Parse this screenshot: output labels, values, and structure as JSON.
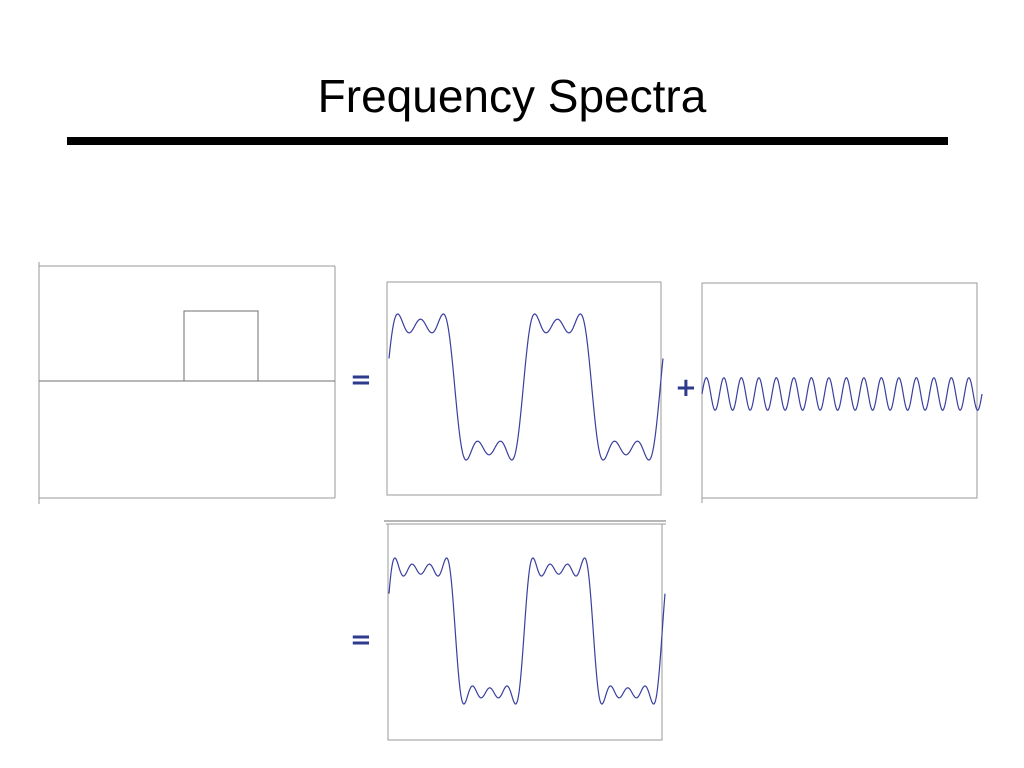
{
  "slide": {
    "title": "Frequency Spectra"
  },
  "operators": {
    "equals_top": "=",
    "plus": "+",
    "equals_bottom": "="
  },
  "colors": {
    "wave": "#3a3f9e",
    "operator": "#2e3a8c",
    "frame": "#9a9a9a",
    "title_rule": "#000000"
  },
  "signals": {
    "spectrum_box": {
      "shape": "rectangular-pulse"
    },
    "approx_wave": {
      "shape": "sine-series",
      "harmonics": [
        1,
        3,
        5
      ],
      "cycles": 2
    },
    "high_harmonic": {
      "shape": "sine",
      "cycles": 16,
      "amplitude_ratio": 0.2
    },
    "sum_wave": {
      "shape": "sine-series",
      "harmonics": [
        1,
        3,
        5,
        7
      ],
      "cycles": 2
    }
  }
}
